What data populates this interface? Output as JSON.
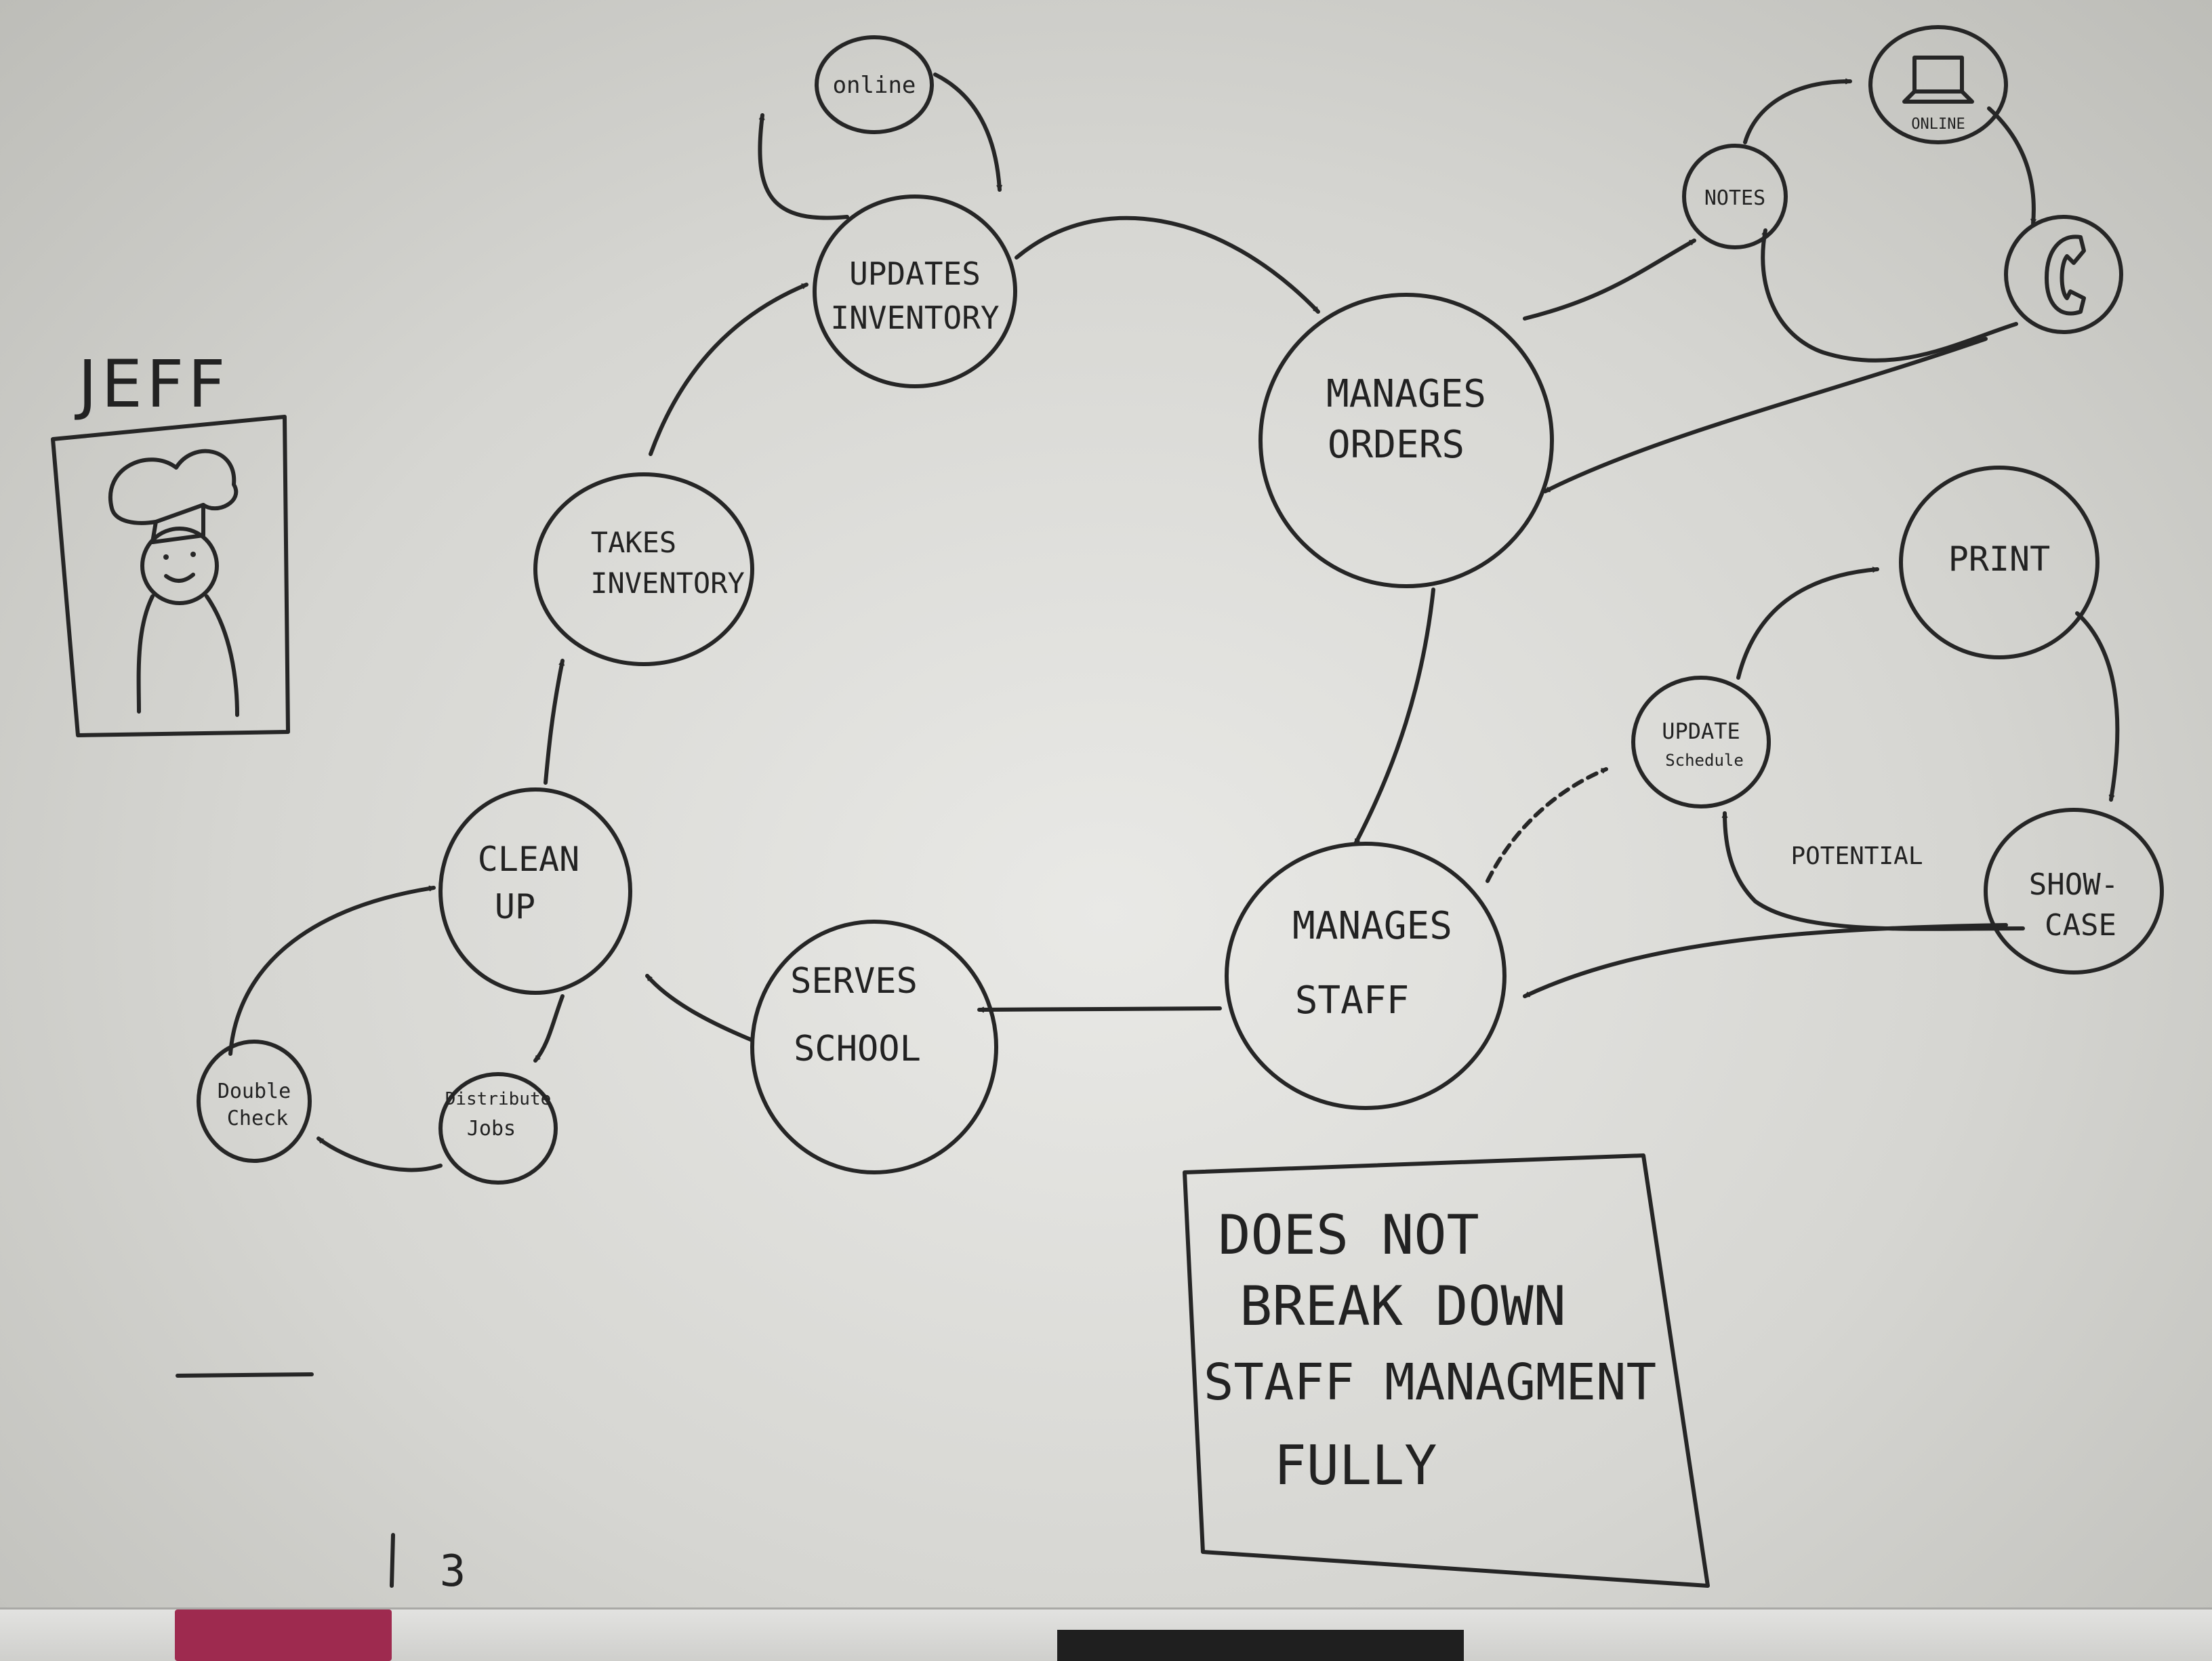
{
  "character_name": "JEFF",
  "nodes": {
    "online_top": "online",
    "updates_inventory": [
      "UPDATES",
      "INVENTORY"
    ],
    "manage_orders": [
      "MANAGES",
      "ORDERS"
    ],
    "notes": "NOTES",
    "online_laptop": "ONLINE",
    "takes_inventory": [
      "TAKES",
      "INVENTORY"
    ],
    "print": "PRINT",
    "update_schedule": [
      "UPDATE",
      "Schedule"
    ],
    "clean_up": [
      "CLEAN",
      "UP"
    ],
    "serves_school": [
      "SERVES",
      "SCHOOL"
    ],
    "manages_staff": [
      "MANAGES",
      "STAFF"
    ],
    "showcase": [
      "SHOW-",
      "CASE"
    ],
    "double_check": [
      "Double",
      "Check"
    ],
    "distribute_jobs": [
      "Distribute",
      "Jobs"
    ]
  },
  "edge_labels": {
    "potential": "POTENTIAL"
  },
  "note_box": [
    "DOES NOT",
    "BREAK DOWN",
    "STAFF MANAGMENT",
    "FULLY"
  ],
  "board_marks": {
    "numeral": "3"
  },
  "colors": {
    "ink": "#262626",
    "board": "#dcdcd8",
    "marker_box": "#9e2a4f"
  },
  "icons": [
    "chef-icon",
    "laptop-icon",
    "phone-icon"
  ]
}
